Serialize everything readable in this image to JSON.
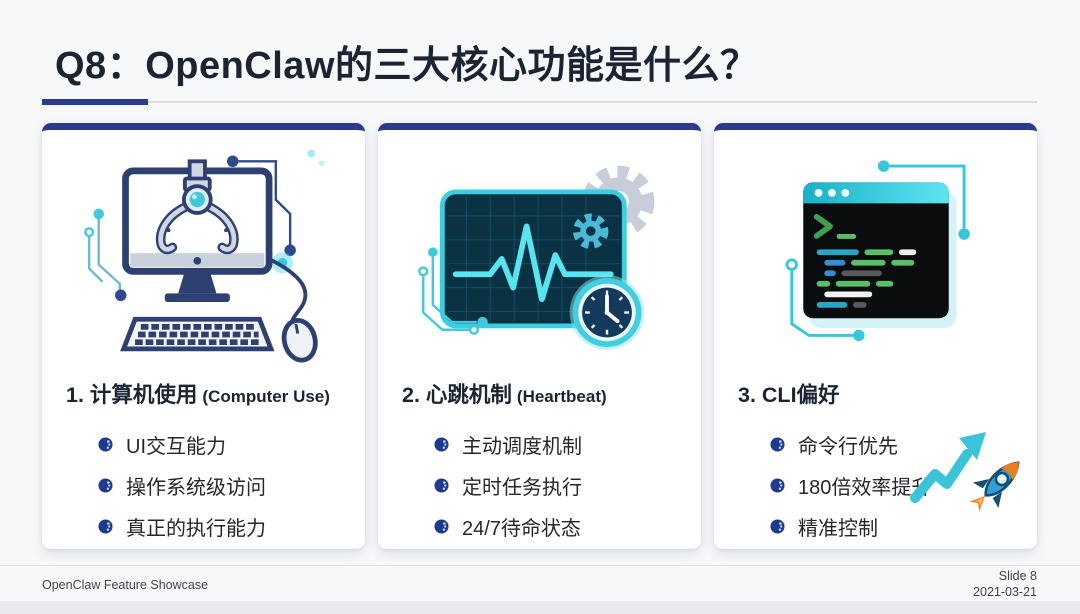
{
  "slide": {
    "title": "Q8：OpenClaw的三大核心功能是什么？",
    "colors": {
      "accent_navy": "#2b3a8f",
      "accent_cyan": "#38cfe2",
      "bullet_navy": "#1d3c8f"
    },
    "footer": {
      "left": "OpenClaw Feature Showcase",
      "slide_label": "Slide 8",
      "date": "2021-03-21"
    }
  },
  "cards": [
    {
      "icon": "computer-claw-icon",
      "heading": "1. 计算机使用",
      "heading_en": "(Computer Use)",
      "bullets": [
        "UI交互能力",
        "操作系统级访问",
        "真正的执行能力"
      ]
    },
    {
      "icon": "heartbeat-monitor-icon",
      "heading": "2. 心跳机制",
      "heading_en": "(Heartbeat)",
      "bullets": [
        "主动调度机制",
        "定时任务执行",
        "24/7待命状态"
      ]
    },
    {
      "icon": "terminal-cli-icon",
      "heading": "3. CLI偏好",
      "heading_en": "",
      "bullets": [
        "命令行优先",
        "180倍效率提升",
        "精准控制"
      ],
      "decoration": "growth-arrow-rocket-icon"
    }
  ]
}
